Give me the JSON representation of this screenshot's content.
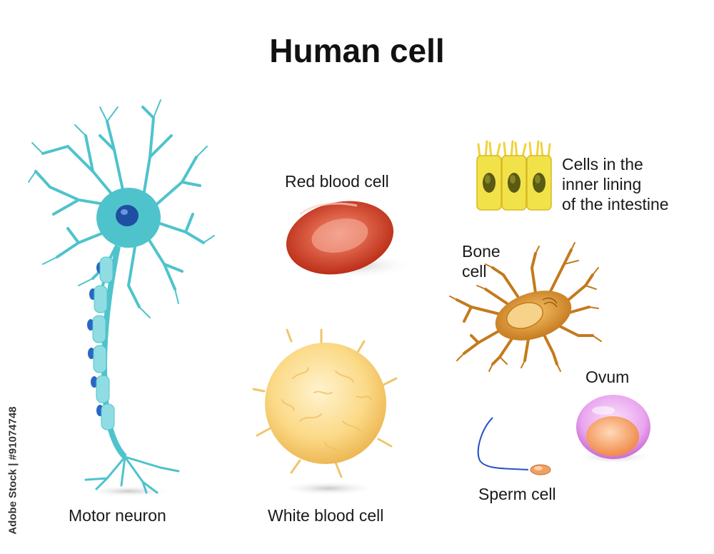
{
  "title": "Human cell",
  "labels": {
    "motor_neuron": "Motor neuron",
    "red_blood_cell": "Red blood cell",
    "white_blood_cell": "White blood cell",
    "intestine_cells": [
      "Cells in the",
      "inner lining",
      "of the intestine"
    ],
    "bone_cell": [
      "Bone",
      "cell"
    ],
    "ovum": "Ovum",
    "sperm_cell": "Sperm cell"
  },
  "watermark": "Adobe Stock | #91074748",
  "colors": {
    "neuron": "#4fc3cc",
    "nucleus": "#1f4fa3",
    "red_cell": "#c8351c",
    "white_cell": "#f7cf6f",
    "intestine": "#f2e24a",
    "bone": "#c47a1c",
    "ovum": "#e9a0ef",
    "sperm": "#f0a060"
  }
}
